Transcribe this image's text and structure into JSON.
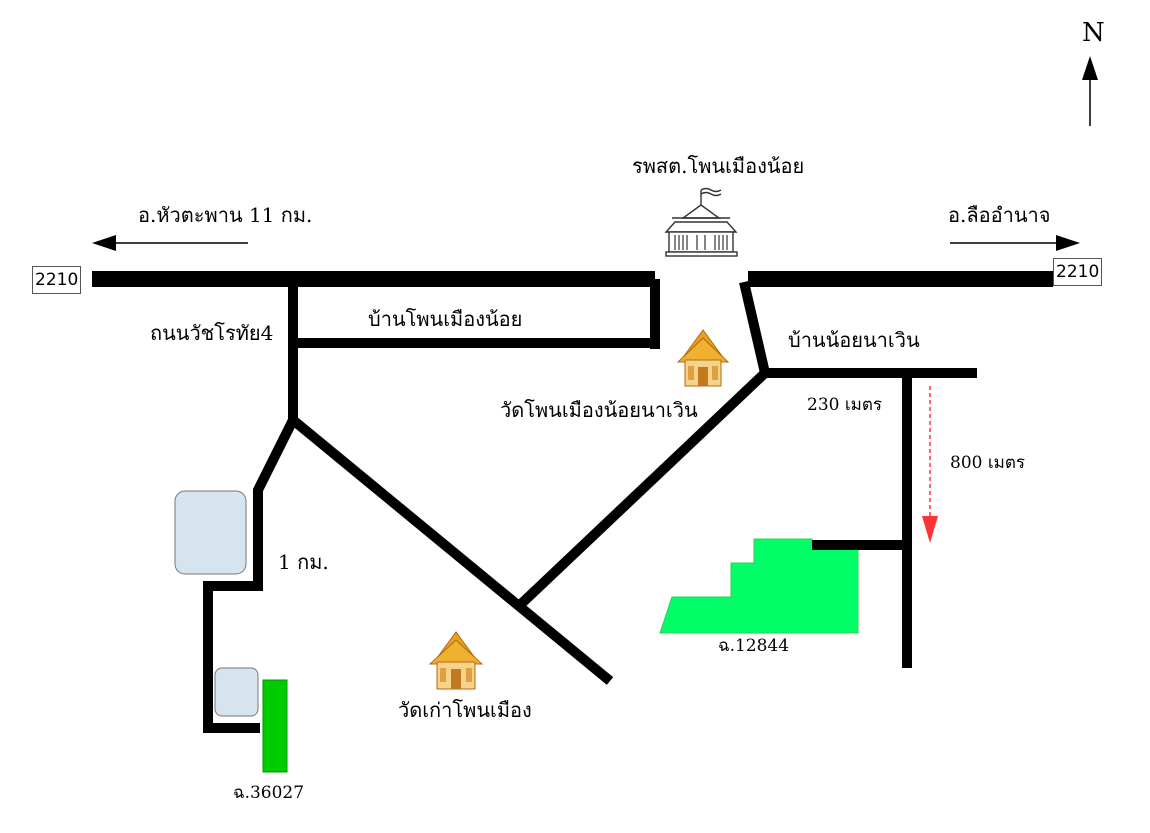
{
  "north_label": "N",
  "left_direction": "อ.หัวตะพาน  11 กม.",
  "right_direction": "อ.ลืออำนาจ",
  "road_sign_left": "2210",
  "road_sign_right": "2210",
  "health_center": "รพสต.โพนเมืองน้อย",
  "village_1": "บ้านโพนเมืองน้อย",
  "road_name": "ถนนวัชโรทัย4",
  "village_2": "บ้านน้อยนาเวิน",
  "temple_1": "วัดโพนเมืองน้อยนาเวิน",
  "temple_2": "วัดเก่าโพนเมือง",
  "distance_230": "230 เมตร",
  "distance_800": "800 เมตร",
  "distance_1km": "1 กม.",
  "parcel_1": "ฉ.12844",
  "parcel_2": "ฉ.36027",
  "colors": {
    "road": "#000000",
    "parcel": "#00ff66",
    "parcel_2": "#00cc00",
    "pond": "#d6e4f0",
    "arrow_dashed": "#ff3333"
  }
}
